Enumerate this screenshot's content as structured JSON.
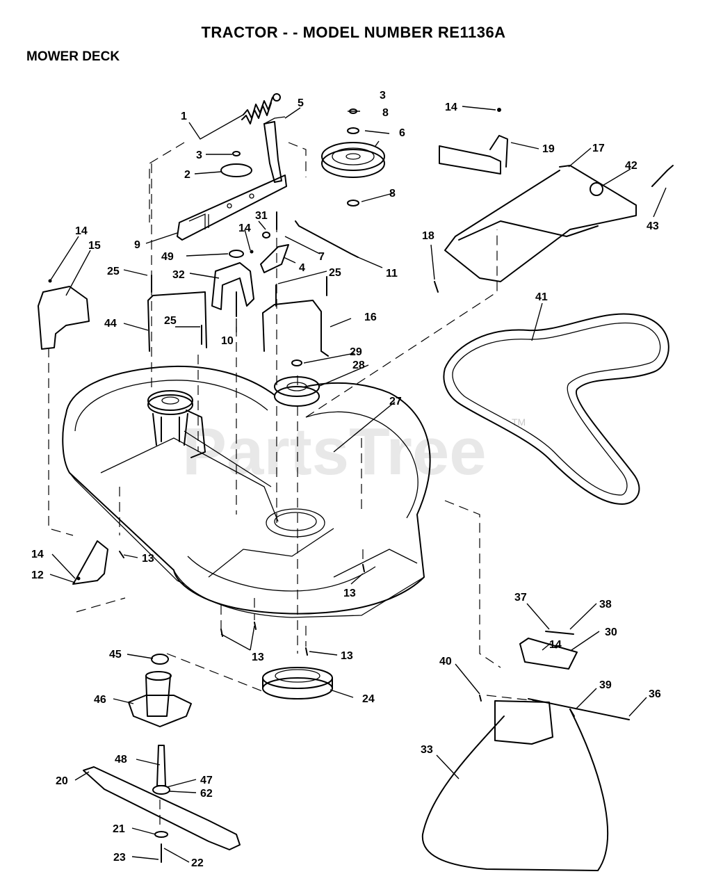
{
  "header": {
    "title": "TRACTOR - - MODEL NUMBER RE1136A",
    "section": "MOWER DECK"
  },
  "watermark": {
    "text": "PartsTree",
    "mark": "TM"
  },
  "callouts": [
    {
      "id": "c1",
      "label": "1"
    },
    {
      "id": "c2",
      "label": "2"
    },
    {
      "id": "c3a",
      "label": "3"
    },
    {
      "id": "c3b",
      "label": "3"
    },
    {
      "id": "c4",
      "label": "4"
    },
    {
      "id": "c5",
      "label": "5"
    },
    {
      "id": "c6",
      "label": "6"
    },
    {
      "id": "c7",
      "label": "7"
    },
    {
      "id": "c8a",
      "label": "8"
    },
    {
      "id": "c8b",
      "label": "8"
    },
    {
      "id": "c9",
      "label": "9"
    },
    {
      "id": "c10",
      "label": "10"
    },
    {
      "id": "c11",
      "label": "11"
    },
    {
      "id": "c12",
      "label": "12"
    },
    {
      "id": "c13a",
      "label": "13"
    },
    {
      "id": "c13b",
      "label": "13"
    },
    {
      "id": "c13c",
      "label": "13"
    },
    {
      "id": "c13d",
      "label": "13"
    },
    {
      "id": "c14a",
      "label": "14"
    },
    {
      "id": "c14b",
      "label": "14"
    },
    {
      "id": "c14c",
      "label": "14"
    },
    {
      "id": "c14d",
      "label": "14"
    },
    {
      "id": "c14e",
      "label": "14"
    },
    {
      "id": "c15",
      "label": "15"
    },
    {
      "id": "c16",
      "label": "16"
    },
    {
      "id": "c17",
      "label": "17"
    },
    {
      "id": "c18",
      "label": "18"
    },
    {
      "id": "c19",
      "label": "19"
    },
    {
      "id": "c20",
      "label": "20"
    },
    {
      "id": "c21",
      "label": "21"
    },
    {
      "id": "c22",
      "label": "22"
    },
    {
      "id": "c23",
      "label": "23"
    },
    {
      "id": "c24",
      "label": "24"
    },
    {
      "id": "c25a",
      "label": "25"
    },
    {
      "id": "c25b",
      "label": "25"
    },
    {
      "id": "c25c",
      "label": "25"
    },
    {
      "id": "c27",
      "label": "27"
    },
    {
      "id": "c28",
      "label": "28"
    },
    {
      "id": "c29",
      "label": "29"
    },
    {
      "id": "c30",
      "label": "30"
    },
    {
      "id": "c31",
      "label": "31"
    },
    {
      "id": "c32",
      "label": "32"
    },
    {
      "id": "c33",
      "label": "33"
    },
    {
      "id": "c36",
      "label": "36"
    },
    {
      "id": "c37",
      "label": "37"
    },
    {
      "id": "c38",
      "label": "38"
    },
    {
      "id": "c39",
      "label": "39"
    },
    {
      "id": "c40",
      "label": "40"
    },
    {
      "id": "c41",
      "label": "41"
    },
    {
      "id": "c42",
      "label": "42"
    },
    {
      "id": "c43",
      "label": "43"
    },
    {
      "id": "c44",
      "label": "44"
    },
    {
      "id": "c45",
      "label": "45"
    },
    {
      "id": "c46",
      "label": "46"
    },
    {
      "id": "c47",
      "label": "47"
    },
    {
      "id": "c48",
      "label": "48"
    },
    {
      "id": "c49",
      "label": "49"
    },
    {
      "id": "c62",
      "label": "62"
    }
  ]
}
